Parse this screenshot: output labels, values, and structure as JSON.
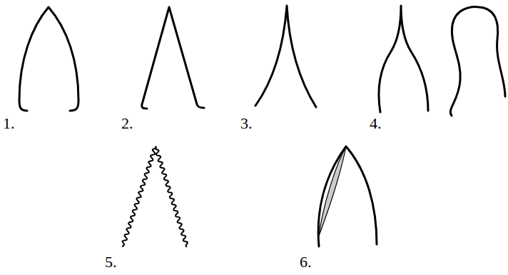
{
  "diagram": {
    "labels": [
      "1.",
      "2.",
      "3.",
      "4.",
      "5.",
      "6."
    ]
  }
}
